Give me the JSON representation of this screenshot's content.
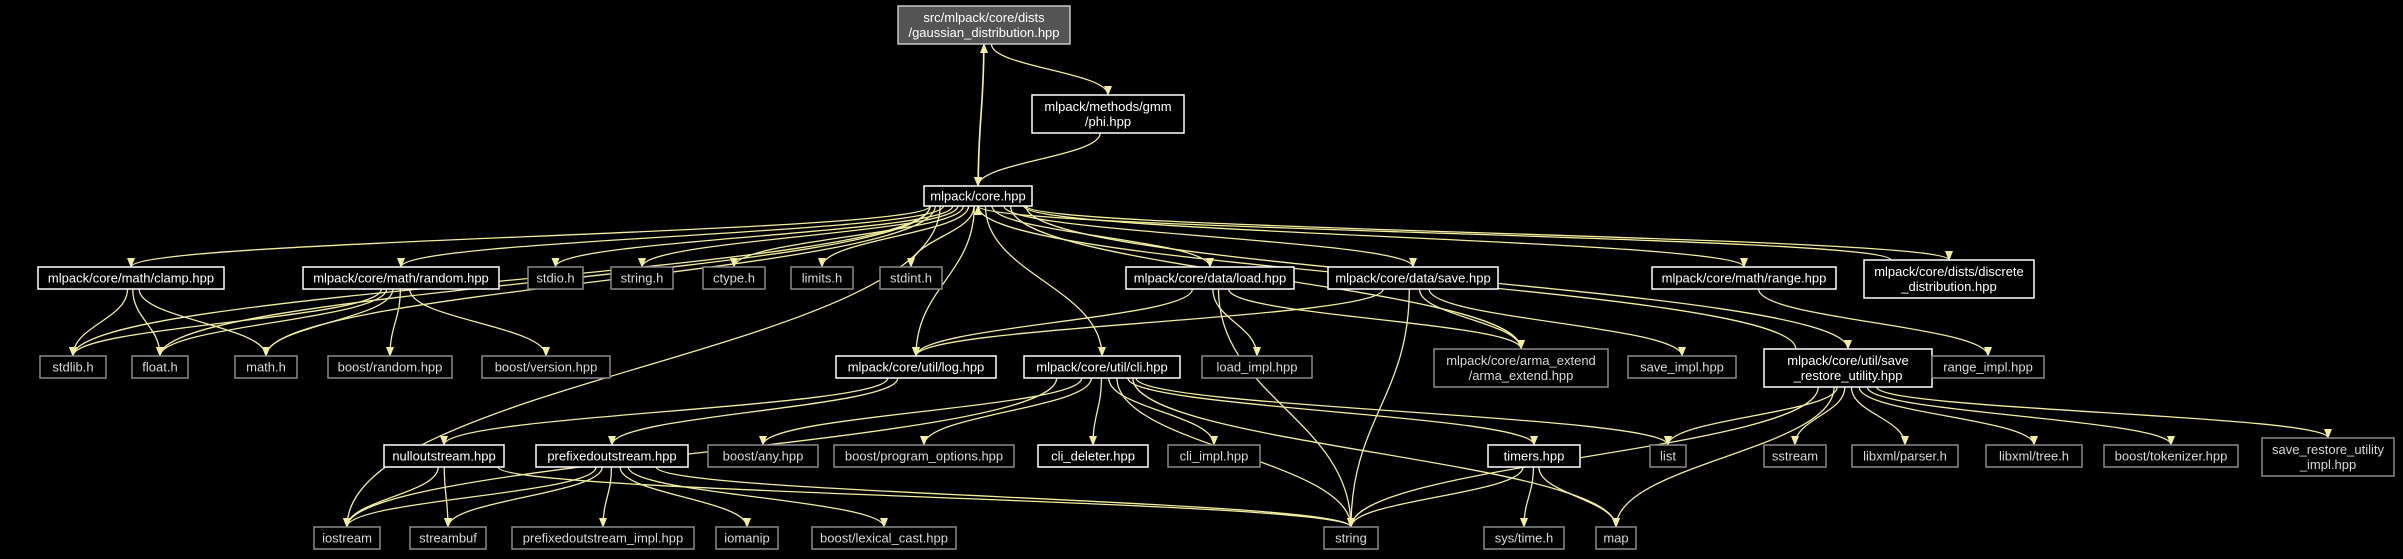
{
  "graph": {
    "background": "#000000",
    "edge_color": "#f2ee9e",
    "nodes": [
      {
        "id": "root",
        "lines": [
          "src/mlpack/core/dists",
          "/gaussian_distribution.hpp"
        ],
        "style": "root"
      },
      {
        "id": "phi",
        "lines": [
          "mlpack/methods/gmm",
          "/phi.hpp"
        ],
        "style": "linked"
      },
      {
        "id": "core",
        "lines": [
          "mlpack/core.hpp"
        ],
        "style": "linked"
      },
      {
        "id": "clamp",
        "lines": [
          "mlpack/core/math/clamp.hpp"
        ],
        "style": "linked"
      },
      {
        "id": "random",
        "lines": [
          "mlpack/core/math/random.hpp"
        ],
        "style": "linked"
      },
      {
        "id": "stdio",
        "lines": [
          "stdio.h"
        ],
        "style": "plain"
      },
      {
        "id": "stringh",
        "lines": [
          "string.h"
        ],
        "style": "plain"
      },
      {
        "id": "ctype",
        "lines": [
          "ctype.h"
        ],
        "style": "plain"
      },
      {
        "id": "limits",
        "lines": [
          "limits.h"
        ],
        "style": "plain"
      },
      {
        "id": "stdint",
        "lines": [
          "stdint.h"
        ],
        "style": "plain"
      },
      {
        "id": "load",
        "lines": [
          "mlpack/core/data/load.hpp"
        ],
        "style": "linked"
      },
      {
        "id": "save",
        "lines": [
          "mlpack/core/data/save.hpp"
        ],
        "style": "linked"
      },
      {
        "id": "range",
        "lines": [
          "mlpack/core/math/range.hpp"
        ],
        "style": "linked"
      },
      {
        "id": "discrete",
        "lines": [
          "mlpack/core/dists/discrete",
          "_distribution.hpp"
        ],
        "style": "linked"
      },
      {
        "id": "stdlib",
        "lines": [
          "stdlib.h"
        ],
        "style": "plain"
      },
      {
        "id": "float",
        "lines": [
          "float.h"
        ],
        "style": "plain"
      },
      {
        "id": "math",
        "lines": [
          "math.h"
        ],
        "style": "plain"
      },
      {
        "id": "boostrandom",
        "lines": [
          "boost/random.hpp"
        ],
        "style": "plain"
      },
      {
        "id": "boostversion",
        "lines": [
          "boost/version.hpp"
        ],
        "style": "plain"
      },
      {
        "id": "log",
        "lines": [
          "mlpack/core/util/log.hpp"
        ],
        "style": "linked"
      },
      {
        "id": "cli",
        "lines": [
          "mlpack/core/util/cli.hpp"
        ],
        "style": "linked"
      },
      {
        "id": "loadimpl",
        "lines": [
          "load_impl.hpp"
        ],
        "style": "plain"
      },
      {
        "id": "armaext",
        "lines": [
          "mlpack/core/arma_extend",
          "/arma_extend.hpp"
        ],
        "style": "plain"
      },
      {
        "id": "saveimpl",
        "lines": [
          "save_impl.hpp"
        ],
        "style": "plain"
      },
      {
        "id": "sru",
        "lines": [
          "mlpack/core/util/save",
          "_restore_utility.hpp"
        ],
        "style": "linked"
      },
      {
        "id": "rangeimpl",
        "lines": [
          "range_impl.hpp"
        ],
        "style": "plain"
      },
      {
        "id": "nullout",
        "lines": [
          "nulloutstream.hpp"
        ],
        "style": "linked"
      },
      {
        "id": "prefix",
        "lines": [
          "prefixedoutstream.hpp"
        ],
        "style": "linked"
      },
      {
        "id": "boostany",
        "lines": [
          "boost/any.hpp"
        ],
        "style": "plain"
      },
      {
        "id": "boostpo",
        "lines": [
          "boost/program_options.hpp"
        ],
        "style": "plain"
      },
      {
        "id": "clideleter",
        "lines": [
          "cli_deleter.hpp"
        ],
        "style": "linked"
      },
      {
        "id": "cliimpl",
        "lines": [
          "cli_impl.hpp"
        ],
        "style": "plain"
      },
      {
        "id": "timers",
        "lines": [
          "timers.hpp"
        ],
        "style": "linked"
      },
      {
        "id": "list",
        "lines": [
          "list"
        ],
        "style": "plain"
      },
      {
        "id": "sstream",
        "lines": [
          "sstream"
        ],
        "style": "plain"
      },
      {
        "id": "libxmlparser",
        "lines": [
          "libxml/parser.h"
        ],
        "style": "plain"
      },
      {
        "id": "libxmltree",
        "lines": [
          "libxml/tree.h"
        ],
        "style": "plain"
      },
      {
        "id": "boosttok",
        "lines": [
          "boost/tokenizer.hpp"
        ],
        "style": "plain"
      },
      {
        "id": "srimpl",
        "lines": [
          "save_restore_utility",
          "_impl.hpp"
        ],
        "style": "plain"
      },
      {
        "id": "iostream",
        "lines": [
          "iostream"
        ],
        "style": "plain"
      },
      {
        "id": "streambuf",
        "lines": [
          "streambuf"
        ],
        "style": "plain"
      },
      {
        "id": "prefiximpl",
        "lines": [
          "prefixedoutstream_impl.hpp"
        ],
        "style": "plain"
      },
      {
        "id": "iomanip",
        "lines": [
          "iomanip"
        ],
        "style": "plain"
      },
      {
        "id": "lexcast",
        "lines": [
          "boost/lexical_cast.hpp"
        ],
        "style": "plain"
      },
      {
        "id": "string",
        "lines": [
          "string"
        ],
        "style": "plain"
      },
      {
        "id": "systime",
        "lines": [
          "sys/time.h"
        ],
        "style": "plain"
      },
      {
        "id": "map",
        "lines": [
          "map"
        ],
        "style": "plain"
      }
    ],
    "edges": [
      [
        "root",
        "phi"
      ],
      [
        "root",
        "core"
      ],
      [
        "phi",
        "core"
      ],
      [
        "core",
        "root"
      ],
      [
        "core",
        "clamp"
      ],
      [
        "core",
        "random"
      ],
      [
        "core",
        "stdio"
      ],
      [
        "core",
        "stringh"
      ],
      [
        "core",
        "ctype"
      ],
      [
        "core",
        "limits"
      ],
      [
        "core",
        "stdint"
      ],
      [
        "core",
        "load"
      ],
      [
        "core",
        "save"
      ],
      [
        "core",
        "range"
      ],
      [
        "core",
        "discrete"
      ],
      [
        "core",
        "stdlib"
      ],
      [
        "core",
        "float"
      ],
      [
        "core",
        "math"
      ],
      [
        "core",
        "log"
      ],
      [
        "core",
        "cli"
      ],
      [
        "core",
        "armaext"
      ],
      [
        "core",
        "sru"
      ],
      [
        "core",
        "iostream"
      ],
      [
        "clamp",
        "stdlib"
      ],
      [
        "clamp",
        "float"
      ],
      [
        "clamp",
        "math"
      ],
      [
        "random",
        "stdlib"
      ],
      [
        "random",
        "float"
      ],
      [
        "random",
        "math"
      ],
      [
        "random",
        "boostrandom"
      ],
      [
        "random",
        "boostversion"
      ],
      [
        "load",
        "log"
      ],
      [
        "load",
        "loadimpl"
      ],
      [
        "load",
        "armaext"
      ],
      [
        "load",
        "string"
      ],
      [
        "save",
        "log"
      ],
      [
        "save",
        "armaext"
      ],
      [
        "save",
        "saveimpl"
      ],
      [
        "save",
        "string"
      ],
      [
        "range",
        "rangeimpl"
      ],
      [
        "discrete",
        "core"
      ],
      [
        "sru",
        "core"
      ],
      [
        "log",
        "nullout"
      ],
      [
        "log",
        "prefix"
      ],
      [
        "cli",
        "boostany"
      ],
      [
        "cli",
        "boostpo"
      ],
      [
        "cli",
        "clideleter"
      ],
      [
        "cli",
        "cliimpl"
      ],
      [
        "cli",
        "timers"
      ],
      [
        "cli",
        "list"
      ],
      [
        "cli",
        "iostream"
      ],
      [
        "cli",
        "string"
      ],
      [
        "cli",
        "map"
      ],
      [
        "sru",
        "list"
      ],
      [
        "sru",
        "sstream"
      ],
      [
        "sru",
        "libxmlparser"
      ],
      [
        "sru",
        "libxmltree"
      ],
      [
        "sru",
        "boosttok"
      ],
      [
        "sru",
        "srimpl"
      ],
      [
        "sru",
        "string"
      ],
      [
        "sru",
        "map"
      ],
      [
        "nullout",
        "iostream"
      ],
      [
        "nullout",
        "streambuf"
      ],
      [
        "nullout",
        "string"
      ],
      [
        "prefix",
        "iostream"
      ],
      [
        "prefix",
        "streambuf"
      ],
      [
        "prefix",
        "prefiximpl"
      ],
      [
        "prefix",
        "iomanip"
      ],
      [
        "prefix",
        "lexcast"
      ],
      [
        "prefix",
        "string"
      ],
      [
        "timers",
        "string"
      ],
      [
        "timers",
        "systime"
      ],
      [
        "timers",
        "map"
      ]
    ]
  }
}
